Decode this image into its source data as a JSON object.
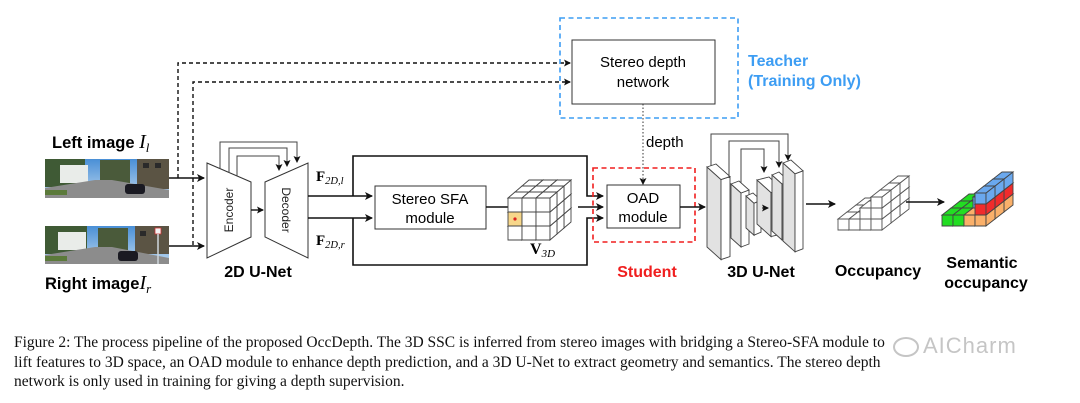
{
  "figure": {
    "inputs": {
      "left_label": "Left image ",
      "left_symbol": "I",
      "left_sub": "l",
      "right_label": "Right image",
      "right_symbol": "I",
      "right_sub": "r"
    },
    "unet2d": {
      "encoder": "Encoder",
      "decoder": "Decoder",
      "title": "2D U-Net"
    },
    "features": {
      "left": "F",
      "left_sub": "2D,l",
      "right": "F",
      "right_sub": "2D,r"
    },
    "sfa": {
      "line1": "Stereo SFA",
      "line2": "module"
    },
    "volume": {
      "symbol": "V",
      "sub": "3D"
    },
    "teacher": {
      "network_line1": "Stereo depth",
      "network_line2": "network",
      "label_line1": "Teacher",
      "label_line2": "(Training Only)",
      "color": "#3d9df3"
    },
    "depth_label": "depth",
    "student": {
      "oad_line1": "OAD",
      "oad_line2": "module",
      "label": "Student",
      "color": "#f01e1e"
    },
    "unet3d": {
      "title": "3D U-Net"
    },
    "occupancy": {
      "label": "Occupancy"
    },
    "semantic": {
      "line1": "Semantic",
      "line2": "occupancy",
      "colors": {
        "green": "#22dd22",
        "red": "#f02c2c",
        "orange": "#fab06a",
        "blue": "#6aa8ee"
      }
    }
  },
  "caption": {
    "line1": "Figure 2: The process pipeline of the proposed OccDepth. The 3D SSC is inferred from stereo images with bridging a Stereo-SFA module to",
    "line2": "lift features to 3D space, an OAD module to enhance depth prediction, and a 3D U-Net to extract geometry and semantics. The stereo depth",
    "line3": "network is only used in training for giving a depth supervision."
  },
  "watermark": "AICharm"
}
